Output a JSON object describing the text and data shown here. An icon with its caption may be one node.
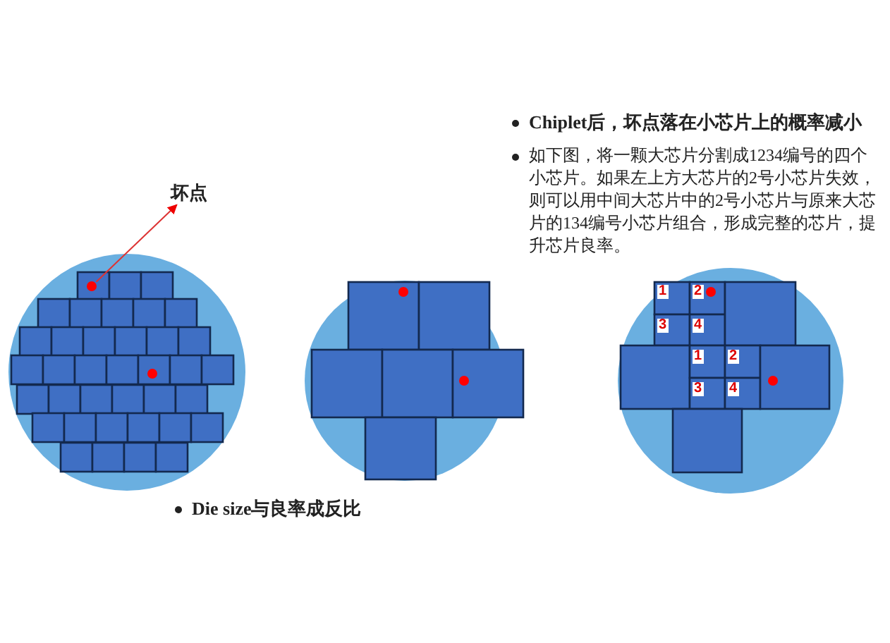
{
  "diagram": {
    "nodes": [
      {
        "text": [
          "坏点"
        ]
      },
      {
        "text": [],
        "shape": "circle"
      }
    ],
    "edges": [
      {
        "from": 1,
        "to": 0,
        "arrow": "to"
      }
    ],
    "labels": [
      "Chiplet后，坏点落在小芯片上的概率减小",
      "如下图，将一颗大芯片分割成1234编号的四个小芯片。如果左上方大芯片的2号小芯片失效，则可以用中间大芯片中的2号小芯片与原来大芯片的134编号小芯片组合，形成完整的芯片，提升芯片良率。",
      "1",
      "2",
      "3",
      "4",
      "1",
      "2",
      "3",
      "4",
      "Die size与良率成反比"
    ]
  }
}
